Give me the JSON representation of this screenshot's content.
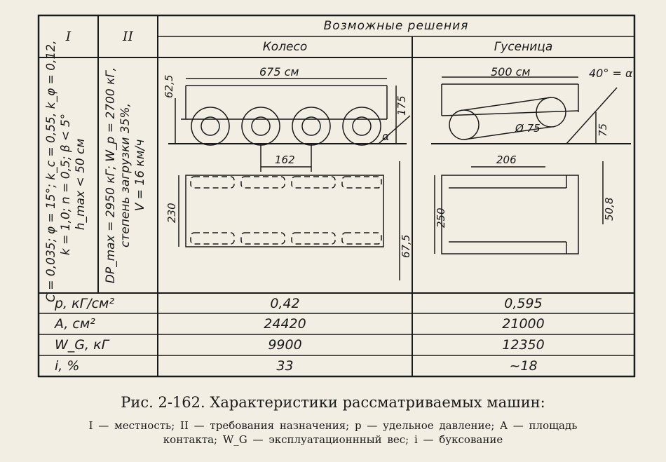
{
  "table": {
    "header": {
      "col1": "I",
      "col2": "II",
      "span": "Возможные решения",
      "wheel": "Колесо",
      "track": "Гусеница"
    },
    "terrain": {
      "line1": "C = 0,035; φ = 15°; k_c = 0,55, k_φ = 0,12,",
      "line2": "k = 1,0; n = 0,5; β < 5°",
      "line3": "h_max < 50 см"
    },
    "requirements": {
      "line1": "DP_max = 2950 кГ; W_p = 2700 кГ,",
      "line2": "степень загрузки 35%,",
      "line3": "V = 16 км/ч"
    },
    "wheel_dims": {
      "length": "675 см",
      "height_left": "62,5",
      "height_right": "175",
      "alpha": "α",
      "spacing": "162",
      "width": "230",
      "contact": "67,5"
    },
    "track_dims": {
      "length": "500 см",
      "angle": "40° = α",
      "diameter": "Ø 75",
      "height": "75",
      "contact_len": "206",
      "width": "250",
      "track_width": "50,8"
    },
    "rows": [
      {
        "label": "p, кГ/см²",
        "wheel": "0,42",
        "track": "0,595"
      },
      {
        "label": "A, см²",
        "wheel": "24420",
        "track": "21000"
      },
      {
        "label": "W_G, кГ",
        "wheel": "9900",
        "track": "12350"
      },
      {
        "label": "i, %",
        "wheel": "33",
        "track": "~18"
      }
    ]
  },
  "caption": {
    "title": "Рис. 2-162. Характеристики рассматриваемых машин:",
    "legend1": "I — местность; II — требования назначения; p — удельное давление; A — площадь",
    "legend2": "контакта; W_G — эксплуатационнный вес; i — буксование"
  }
}
